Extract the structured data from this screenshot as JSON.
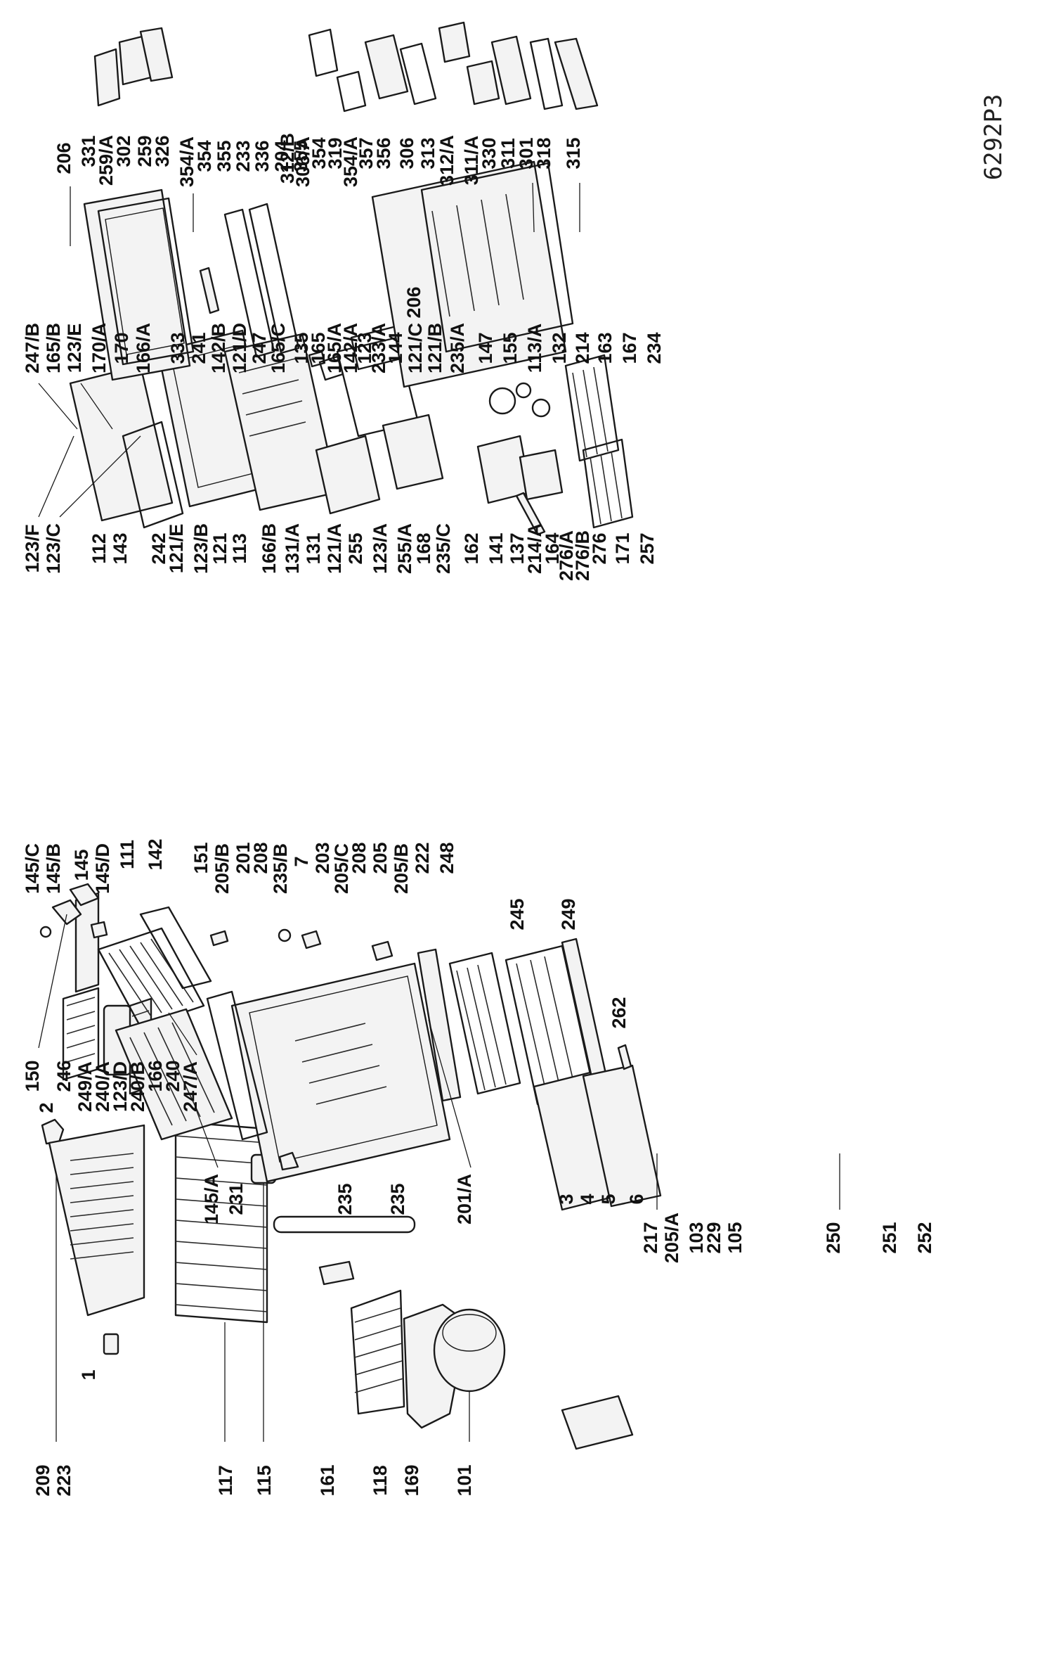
{
  "diagram": {
    "code": "6292P3",
    "orientation": "rotated-90-ccw",
    "labels": {
      "l_1": "1",
      "l_223": "223",
      "l_209": "209",
      "l_117": "117",
      "l_115": "115",
      "l_161": "161",
      "l_118": "118",
      "l_169": "169",
      "l_101": "101",
      "l_2": "2",
      "l_150": "150",
      "l_246": "246",
      "l_249a": "249/A",
      "l_240a": "240/A",
      "l_123d": "123/D",
      "l_240b": "240/B",
      "l_166": "166",
      "l_240": "240",
      "l_247a": "247/A",
      "l_145a": "145/A",
      "l_231": "231",
      "l_235": "235",
      "l_235b2": "235",
      "l_201a": "201/A",
      "l_3": "3",
      "l_4": "4",
      "l_5": "5",
      "l_6": "6",
      "l_217": "217",
      "l_205a": "205/A",
      "l_103": "103",
      "l_229": "229",
      "l_105": "105",
      "l_250": "250",
      "l_251": "251",
      "l_252": "252",
      "l_145c": "145/C",
      "l_145b": "145/B",
      "l_145": "145",
      "l_145d": "145/D",
      "l_111": "111",
      "l_142": "142",
      "l_151": "151",
      "l_205b": "205/B",
      "l_201": "201",
      "l_208": "208",
      "l_235b": "235/B",
      "l_7": "7",
      "l_203": "203",
      "l_205c": "205/C",
      "l_208b": "208",
      "l_205": "205",
      "l_205b2": "205/B",
      "l_222": "222",
      "l_248": "248",
      "l_245": "245",
      "l_249": "249",
      "l_262": "262",
      "l_123f": "123/F",
      "l_123c": "123/C",
      "l_112": "112",
      "l_143": "143",
      "l_242": "242",
      "l_121e": "121/E",
      "l_123b": "123/B",
      "l_121": "121",
      "l_113": "113",
      "l_166b": "166/B",
      "l_131a": "131/A",
      "l_131": "131",
      "l_121a": "121/A",
      "l_255": "255",
      "l_123a": "123/A",
      "l_255a": "255/A",
      "l_168": "168",
      "l_235c": "235/C",
      "l_162": "162",
      "l_141": "141",
      "l_137": "137",
      "l_214a": "214/A",
      "l_164": "164",
      "l_276a": "276/A",
      "l_276b": "276/B",
      "l_276": "276",
      "l_171": "171",
      "l_257": "257",
      "l_247b": "247/B",
      "l_165b": "165/B",
      "l_123e": "123/E",
      "l_170a": "170/A",
      "l_170": "170",
      "l_166a": "166/A",
      "l_333": "333",
      "l_241": "241",
      "l_142b": "142/B",
      "l_121d": "121/D",
      "l_247": "247",
      "l_165c": "165/C",
      "l_135": "135",
      "l_165": "165",
      "l_165a": "165/A",
      "l_142a": "142/A",
      "l_123": "123",
      "l_233a": "233/A",
      "l_144": "144",
      "l_121c": "121/C",
      "l_121b": "121/B",
      "l_235a": "235/A",
      "l_147": "147",
      "l_155": "155",
      "l_113a": "113/A",
      "l_132": "132",
      "l_214": "214",
      "l_163": "163",
      "l_167": "167",
      "l_234": "234",
      "l_206b": "206",
      "l_206": "206",
      "l_354a": "354/A",
      "l_354": "354",
      "l_355": "355",
      "l_233": "233",
      "l_336": "336",
      "l_204": "204",
      "l_355b": "355",
      "l_331": "331",
      "l_259a": "259/A",
      "l_302": "302",
      "l_259": "259",
      "l_326": "326",
      "l_312b": "312/B",
      "l_306a": "306/A",
      "l_354b": "354",
      "l_319": "319",
      "l_354a2": "354/A",
      "l_357": "357",
      "l_356": "356",
      "l_306": "306",
      "l_313": "313",
      "l_312a": "312/A",
      "l_311a": "311/A",
      "l_330": "330",
      "l_311": "311",
      "l_301": "301",
      "l_318": "318",
      "l_315": "315"
    }
  }
}
